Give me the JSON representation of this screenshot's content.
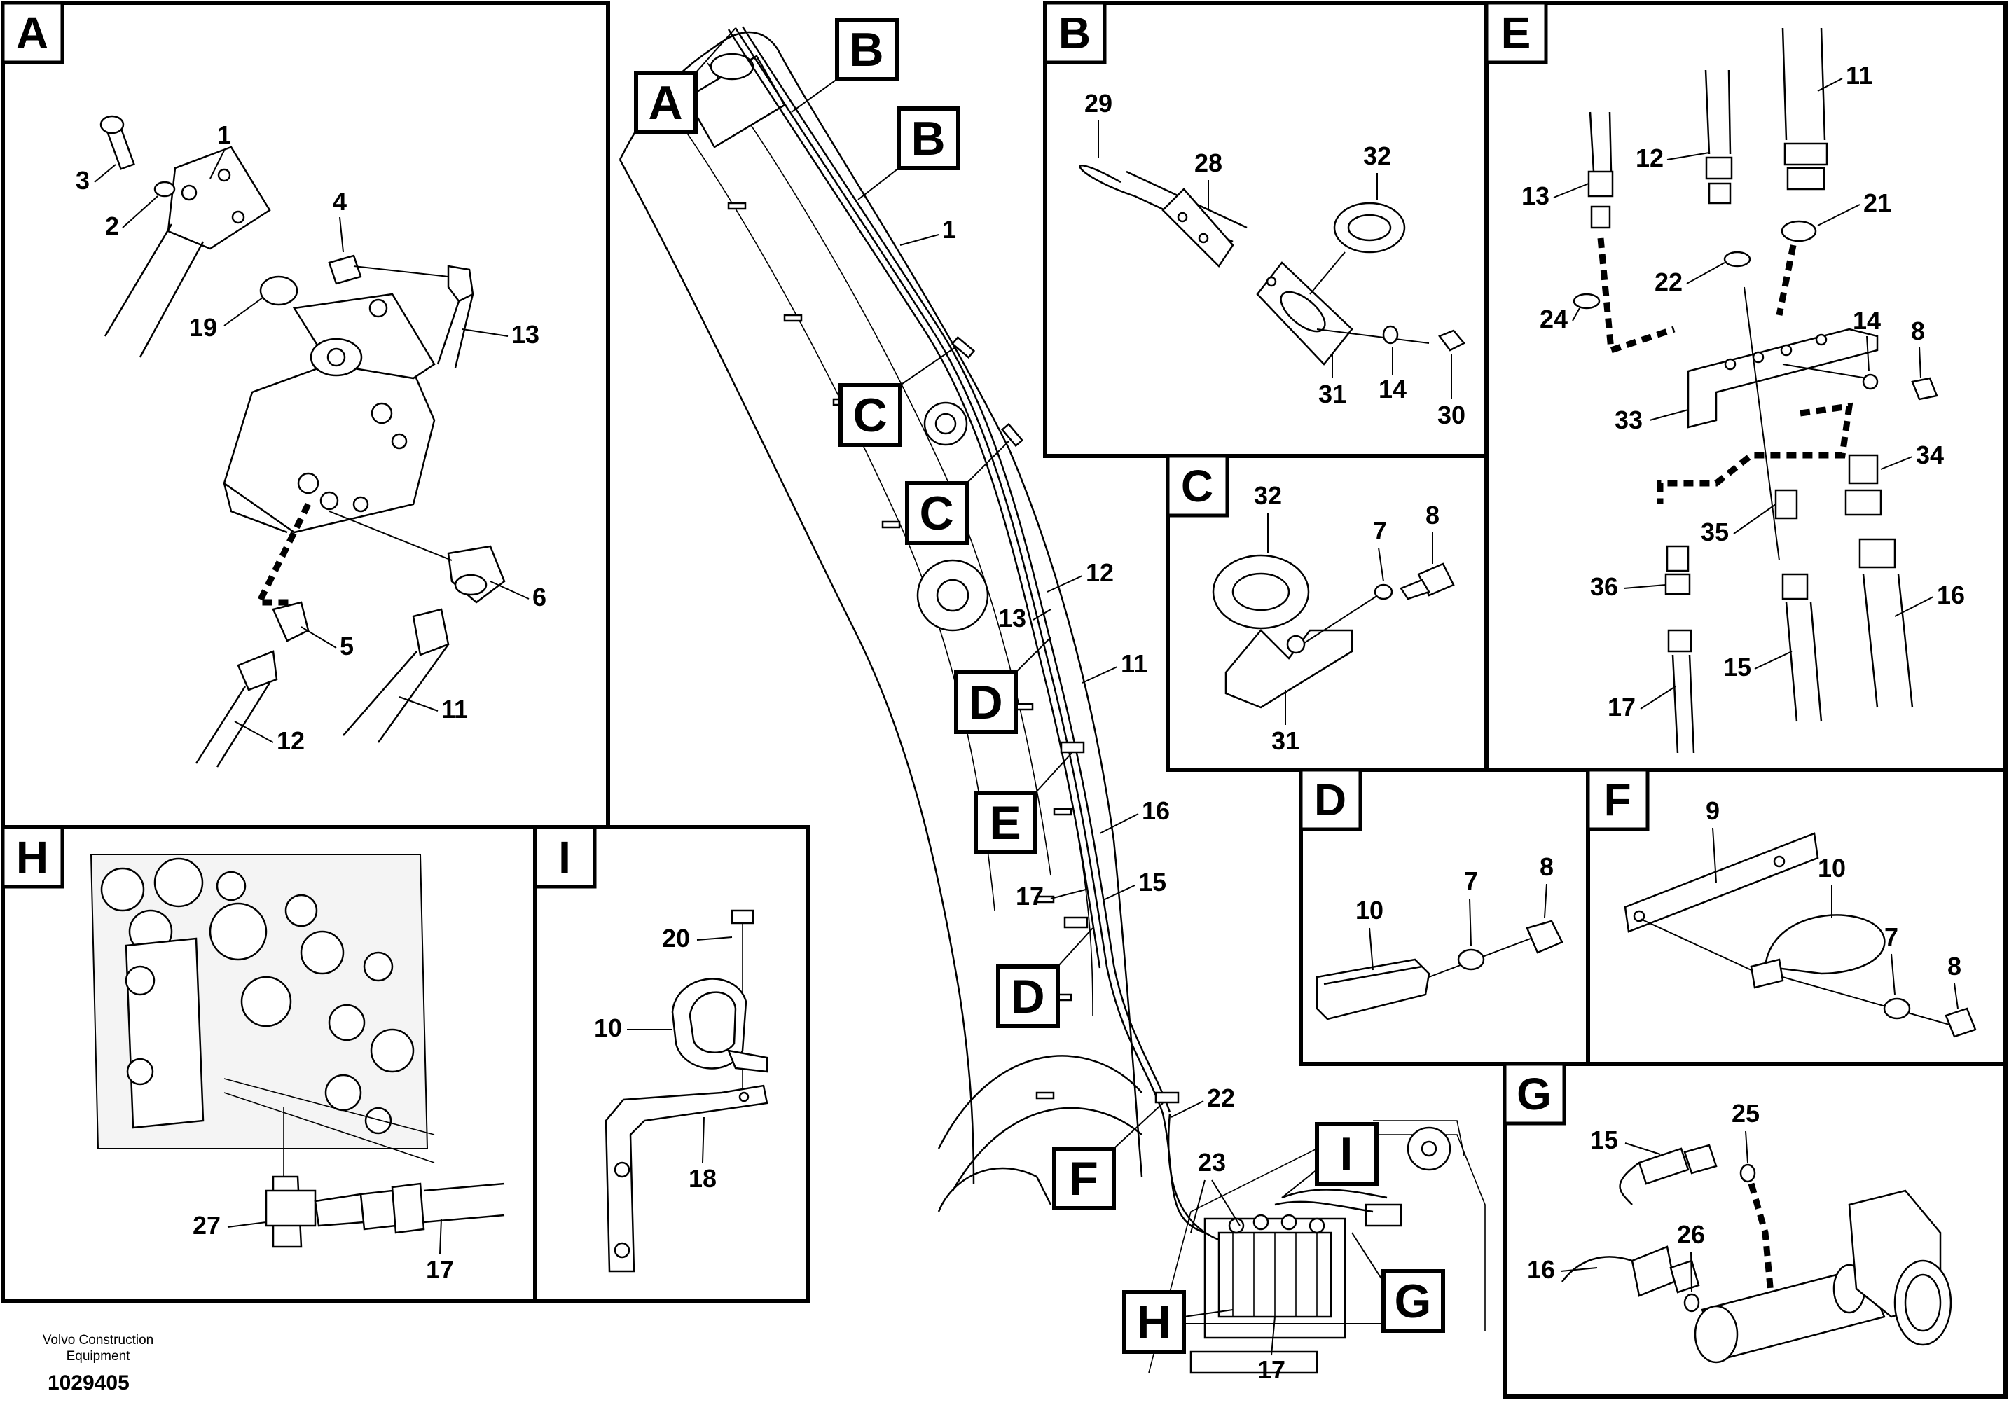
{
  "panels": {
    "A": {
      "tag": "A",
      "parts": [
        "1",
        "2",
        "3",
        "4",
        "19",
        "13",
        "6",
        "5",
        "12",
        "11"
      ]
    },
    "B": {
      "tag": "B",
      "parts": [
        "29",
        "28",
        "32",
        "31",
        "14",
        "30"
      ]
    },
    "C": {
      "tag": "C",
      "parts": [
        "32",
        "7",
        "8",
        "31"
      ]
    },
    "D": {
      "tag": "D",
      "parts": [
        "10",
        "7",
        "8"
      ]
    },
    "E": {
      "tag": "E",
      "parts": [
        "11",
        "12",
        "13",
        "21",
        "22",
        "24",
        "14",
        "8",
        "33",
        "34",
        "35",
        "36",
        "16",
        "15",
        "17"
      ]
    },
    "F": {
      "tag": "F",
      "parts": [
        "9",
        "10",
        "7",
        "8"
      ]
    },
    "G": {
      "tag": "G",
      "parts": [
        "15",
        "25",
        "26",
        "16"
      ]
    },
    "H": {
      "tag": "H",
      "parts": [
        "27",
        "17"
      ]
    },
    "I": {
      "tag": "I",
      "parts": [
        "20",
        "10",
        "18"
      ]
    }
  },
  "overview": {
    "callouts": [
      "A",
      "B",
      "B",
      "C",
      "C",
      "D",
      "D",
      "E",
      "F",
      "G",
      "H",
      "I"
    ],
    "parts": [
      "1",
      "12",
      "13",
      "11",
      "16",
      "17",
      "15",
      "22",
      "23",
      "17"
    ]
  },
  "labels": {
    "A": "A",
    "B": "B",
    "C": "C",
    "D": "D",
    "E": "E",
    "F": "F",
    "G": "G",
    "H": "H",
    "I": "I",
    "n1": "1",
    "n2": "2",
    "n3": "3",
    "n4": "4",
    "n5": "5",
    "n6": "6",
    "n7": "7",
    "n8": "8",
    "n9": "9",
    "n10": "10",
    "n11": "11",
    "n12": "12",
    "n13": "13",
    "n14": "14",
    "n15": "15",
    "n16": "16",
    "n17": "17",
    "n18": "18",
    "n19": "19",
    "n20": "20",
    "n21": "21",
    "n22": "22",
    "n23": "23",
    "n24": "24",
    "n25": "25",
    "n26": "26",
    "n27": "27",
    "n28": "28",
    "n29": "29",
    "n30": "30",
    "n31": "31",
    "n32": "32",
    "n33": "33",
    "n34": "34",
    "n35": "35",
    "n36": "36"
  },
  "footer": {
    "brand_line1": "Volvo Construction",
    "brand_line2": "Equipment",
    "doc_id": "1029405"
  }
}
